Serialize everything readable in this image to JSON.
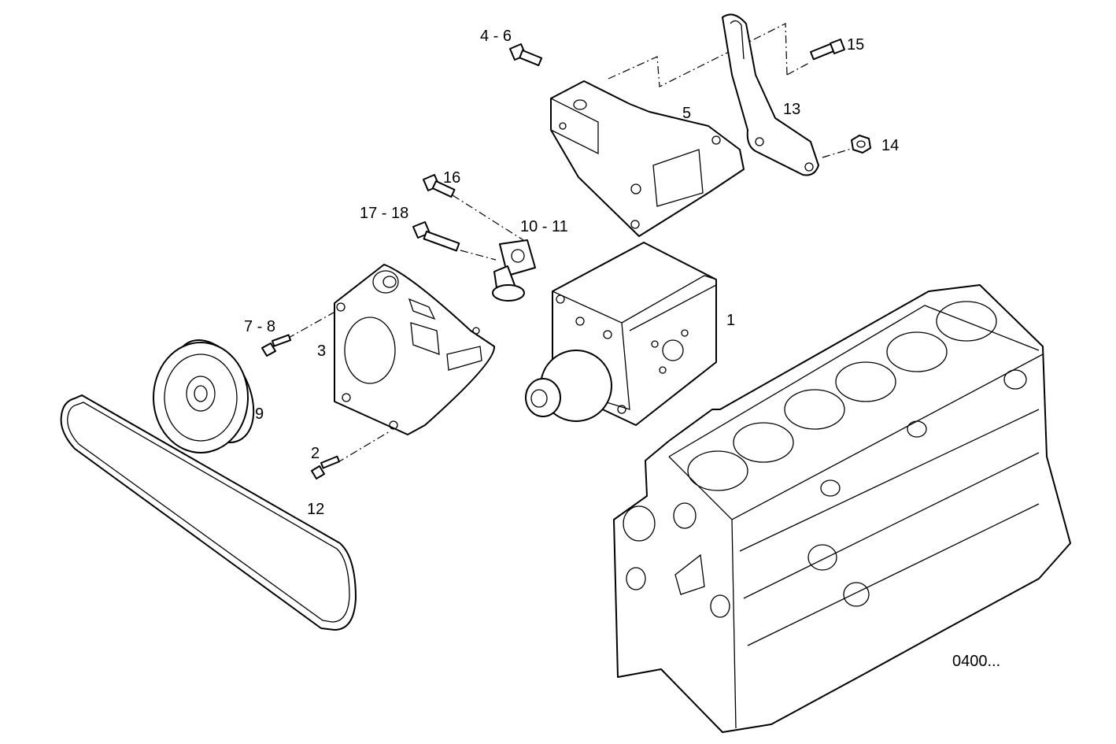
{
  "labels": {
    "p1": "1",
    "p2": "2",
    "p3": "3",
    "p4_6": "4 - 6",
    "p5": "5",
    "p7_8": "7 - 8",
    "p9": "9",
    "p10_11": "10 - 11",
    "p12": "12",
    "p13": "13",
    "p14": "14",
    "p15": "15",
    "p16": "16",
    "p17_18": "17 - 18"
  },
  "reference_code": "0400..."
}
